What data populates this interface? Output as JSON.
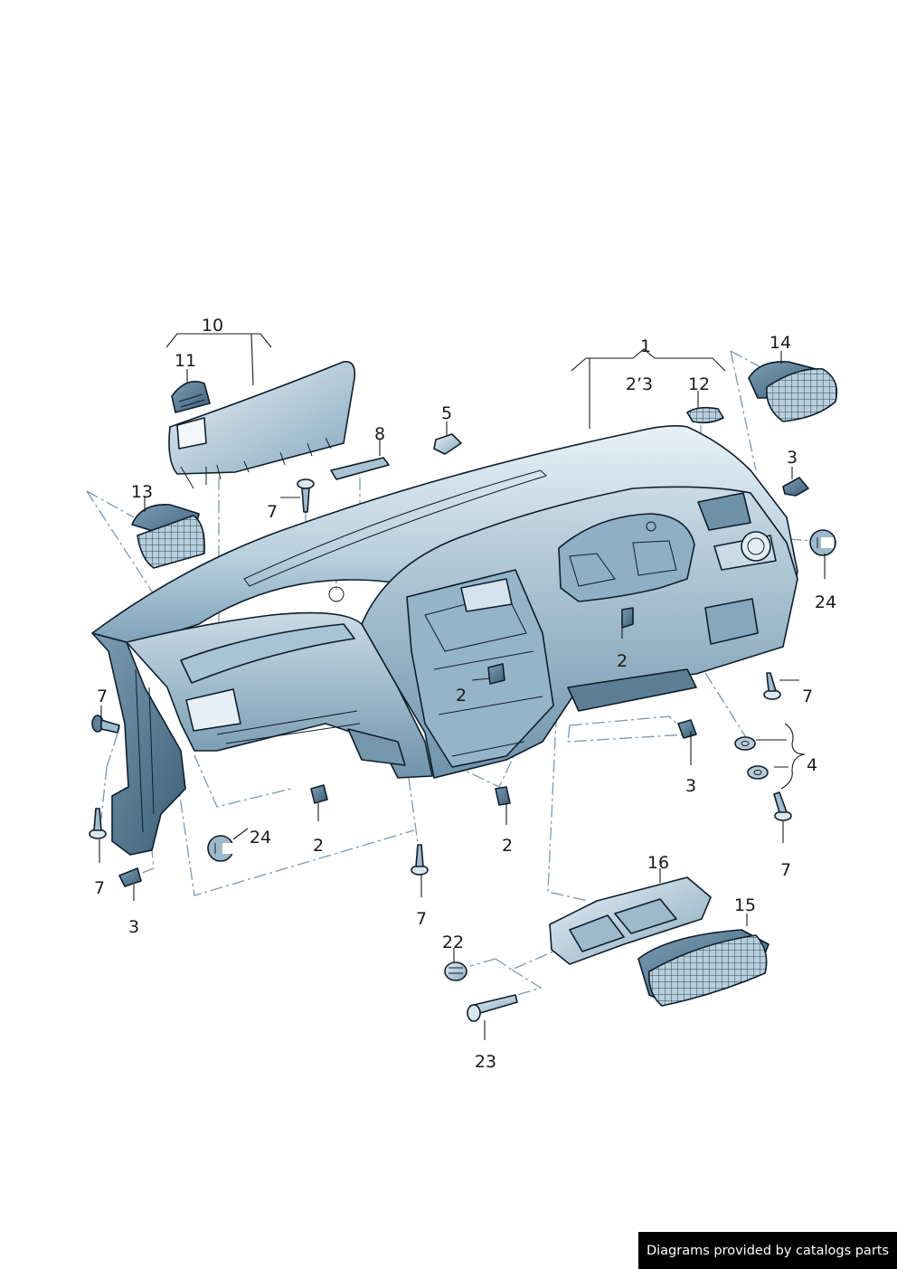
{
  "diagram": {
    "callouts": {
      "c1": "1",
      "c2_3": "2’3",
      "c5": "5",
      "c8": "8",
      "c10": "10",
      "c11": "11",
      "c12": "12",
      "c13": "13",
      "c14": "14",
      "c3_right": "3",
      "c24_right": "24",
      "c7_top": "7",
      "c2_upper_right": "2",
      "c2_upper_mid": "2",
      "c7_right_upper": "7",
      "c4": "4",
      "c3_mid_right": "3",
      "c7_right_lower": "7",
      "c7_left_upper": "7",
      "c24_left": "24",
      "c2_lower_left": "2",
      "c2_lower_mid": "2",
      "c7_left_lower": "7",
      "c3_left": "3",
      "c7_center": "7",
      "c16": "16",
      "c15": "15",
      "c22": "22",
      "c23": "23"
    }
  },
  "footer": {
    "credit": "Diagrams provided by catalogs parts"
  },
  "colors": {
    "part_dark": "#4f7590",
    "part_mid": "#8fb0c5",
    "part_light": "#dde9f1",
    "leader": "#1a1a1a",
    "dash_line": "#7d98ac"
  }
}
